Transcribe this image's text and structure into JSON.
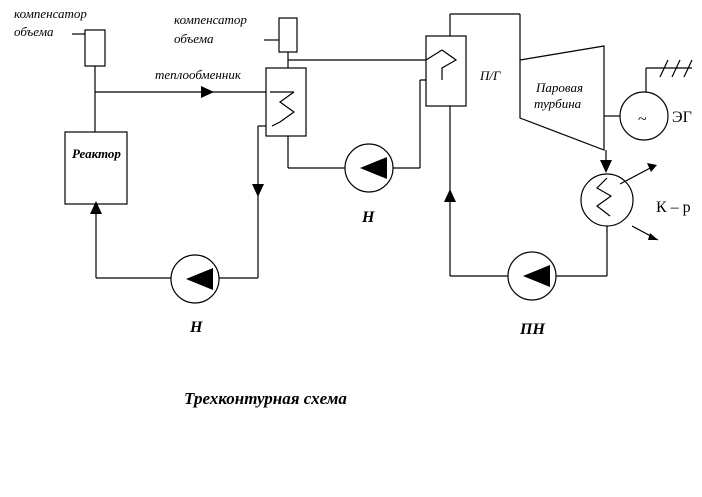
{
  "diagram": {
    "title": "Трехконтурная схема",
    "labels": {
      "comp1_line1": "компенсатор",
      "comp1_line2": "объема",
      "comp2_line1": "компенсатор",
      "comp2_line2": "объема",
      "heat_exchanger": "теплообменник",
      "reactor": "Реактор",
      "steam_generator": "П/Г",
      "turbine_line1": "Паровая",
      "turbine_line2": "турбина",
      "generator": "ЭГ",
      "generator_symbol": "~",
      "condenser": "К – р",
      "pump1": "Н",
      "pump2": "Н",
      "feed_pump": "ПН"
    }
  }
}
